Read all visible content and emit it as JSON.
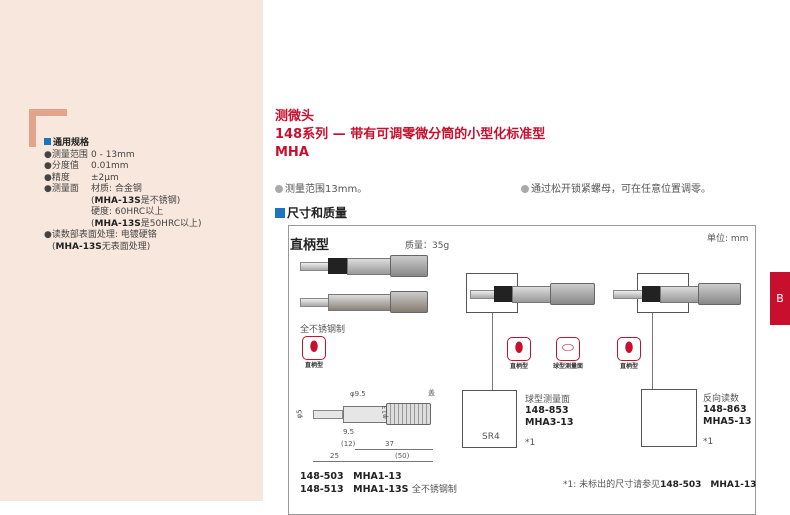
{
  "specs": {
    "heading": "通用规格",
    "items": [
      {
        "k": "●测量范围",
        "v": "0 - 13mm"
      },
      {
        "k": "●分度值",
        "v": "0.01mm"
      },
      {
        "k": "●精度",
        "v": "±2µm"
      },
      {
        "k": "●测量面",
        "v": "材质: 合金钢"
      }
    ],
    "face_lines": [
      {
        "b": "MHA-13S",
        "t": "是不锈钢)"
      },
      {
        "t": "硬度: 60HRC以上"
      },
      {
        "b": "MHA-13S",
        "t": "是50HRC以上)"
      }
    ],
    "finish": "●读数部表面处理: 电镀硬铬",
    "finish_note_b": "MHA-13S",
    "finish_note": "无表面处理)"
  },
  "title": {
    "line1": "测微头",
    "line2": "148系列 — 带有可调零微分筒的小型化标准型",
    "line3": "MHA"
  },
  "features": [
    "测量范围13mm。",
    "通过松开锁紧螺母，可在任意位置调零。"
  ],
  "section": "尺寸和质量",
  "box": {
    "type_label": "直柄型",
    "mass": "质量：35g",
    "unit": "单位: mm",
    "stainless": "全不锈钢制",
    "icon_straight": "直柄型",
    "icon_ball": "球型测量面",
    "dims": {
      "d95": "φ9.5",
      "d5": "φ5",
      "d13": "φ13",
      "a": "9.5",
      "b": "(12)",
      "c": "37",
      "d": "25",
      "e": "(50)",
      "f": "盖"
    },
    "models": [
      {
        "code": "148-503",
        "name": "MHA1-13",
        "note": ""
      },
      {
        "code": "148-513",
        "name": "MHA1-13S",
        "note": "全不锈钢制"
      }
    ],
    "ball": {
      "label": "球型测量面",
      "code": "148-853",
      "name": "MHA3-13",
      "sr": "SR4",
      "note": "*1"
    },
    "reverse": {
      "label": "反向读数",
      "code": "148-863",
      "name": "MHA5-13",
      "note": "*1"
    },
    "footnote": "*1: 未标出的尺寸请参见",
    "footnote_b": "148-503　MHA1-13"
  },
  "tab": "B"
}
